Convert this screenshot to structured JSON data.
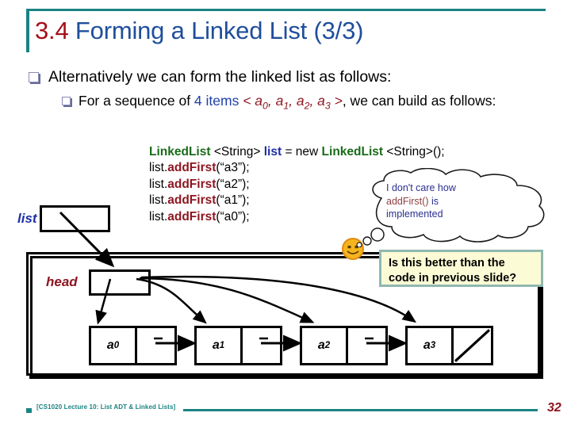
{
  "slide": {
    "title": {
      "number": "3.4",
      "text": "Forming a Linked List (3/3)"
    },
    "accent_color": "#1a8383",
    "title_number_color": "#a41017",
    "title_text_color": "#1f4e9c"
  },
  "bullets": {
    "level1": "Alternatively we can form the linked list as follows:",
    "level2_prefix": "For a sequence of ",
    "level2_count": "4 items",
    "level2_mid": " < ",
    "level2_seq": [
      "a0",
      "a1",
      "a2",
      "a3"
    ],
    "level2_close": " >",
    "level2_suffix": ", we can build as follows:"
  },
  "code": {
    "line1": {
      "type": "LinkedList",
      "generic1": " <String> ",
      "var": "list",
      "assign": " = new ",
      "type2": "LinkedList",
      "generic2": " <String>();"
    },
    "calls": [
      {
        "obj": "list.",
        "method": "addFirst",
        "arg": "(“a3”);"
      },
      {
        "obj": "list.",
        "method": "addFirst",
        "arg": "(“a2”);"
      },
      {
        "obj": "list.",
        "method": "addFirst",
        "arg": "(“a1”);"
      },
      {
        "obj": "list.",
        "method": "addFirst",
        "arg": "(“a0”);"
      }
    ],
    "keyword_color": "#1a6b1a",
    "var_color": "#1f2fa8",
    "method_color": "#8e1620"
  },
  "diagram": {
    "list_label": "list",
    "head_label": "head",
    "nodes": [
      {
        "value": "a",
        "sub": "0",
        "null": false
      },
      {
        "value": "a",
        "sub": "1",
        "null": false
      },
      {
        "value": "a",
        "sub": "2",
        "null": false
      },
      {
        "value": "a",
        "sub": "3",
        "null": true
      }
    ]
  },
  "thought_bubble": {
    "line1": "I don't care how ",
    "method": "addFirst()",
    "line2_tail": " is implemented",
    "text_color": "#2a2f8f"
  },
  "callout": {
    "text": "Is this better than the code in previous slide?",
    "background": "#fbfbd6",
    "border": "#8fb8b0"
  },
  "footer": {
    "text": "[CS1020 Lecture 10: List ADT & Linked Lists]",
    "page_number": "32",
    "color": "#1a8383",
    "page_number_color": "#8e1620"
  }
}
